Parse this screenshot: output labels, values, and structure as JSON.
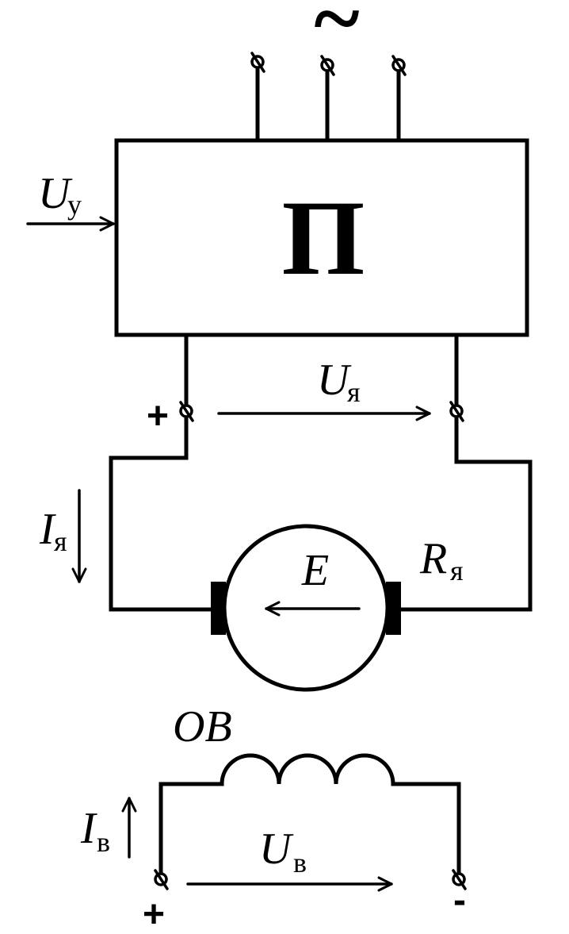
{
  "converter": {
    "label": "П",
    "input_symbol": "U",
    "input_subscript": "у",
    "supply_symbol": "~"
  },
  "armature": {
    "voltage_symbol": "U",
    "voltage_subscript": "я",
    "current_symbol": "I",
    "current_subscript": "я",
    "resistance_symbol": "R",
    "resistance_subscript": "я",
    "emf_symbol": "E",
    "plus_sign": "+"
  },
  "field_winding": {
    "label": "OB",
    "voltage_symbol": "U",
    "voltage_subscript": "в",
    "current_symbol": "I",
    "current_subscript": "в",
    "plus_sign": "+",
    "minus_sign": "-"
  }
}
